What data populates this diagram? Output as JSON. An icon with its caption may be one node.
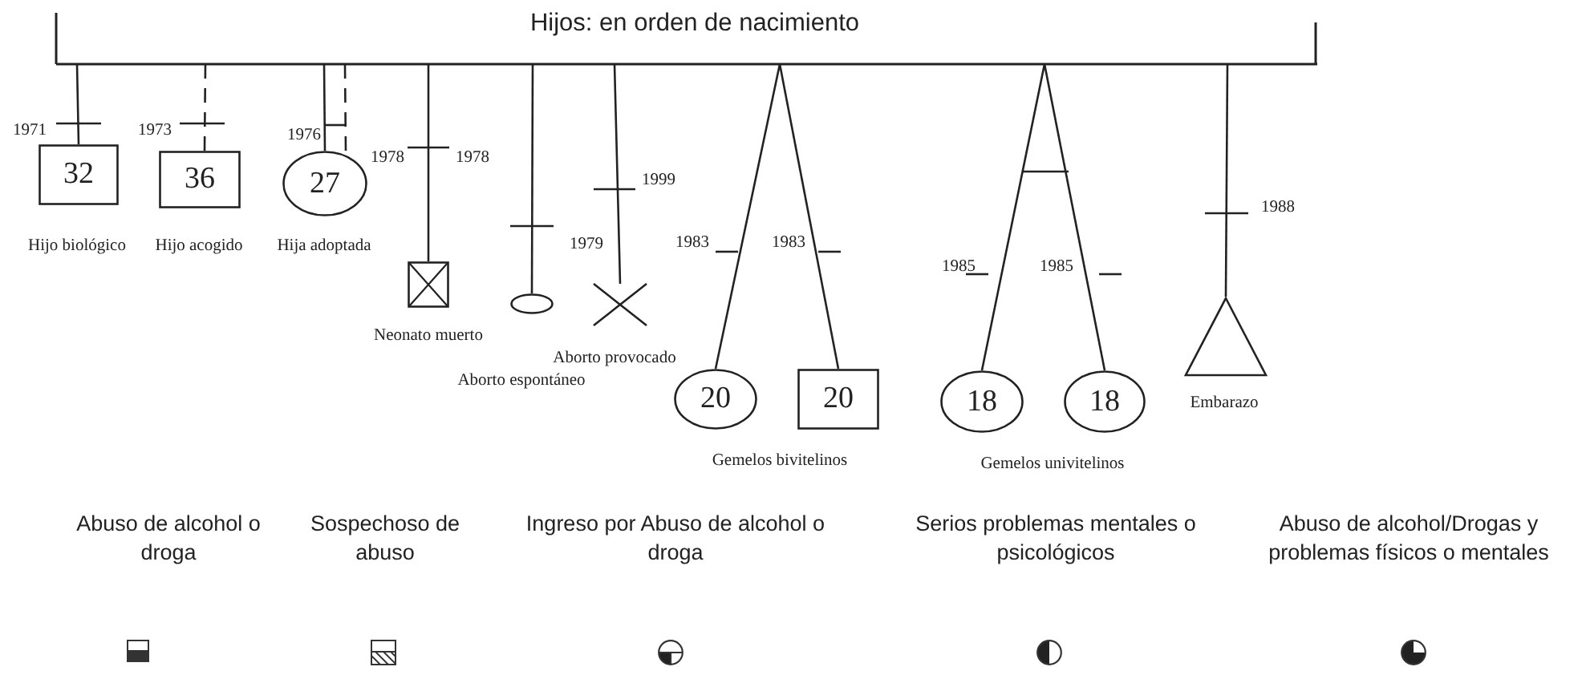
{
  "diagram": {
    "title": "Hijos: en orden de nacimiento",
    "nodes": [
      {
        "text": [],
        "shape": "bar"
      },
      {
        "text": [
          "32"
        ],
        "beside": [
          "Hijo biológico"
        ]
      },
      {
        "text": [
          "36"
        ],
        "beside": [
          "Hijo acogido"
        ]
      },
      {
        "text": [
          "27"
        ],
        "beside": [
          "Hija adoptada"
        ]
      },
      {
        "text": [],
        "shape": "box",
        "beside": [
          "Neonato muerto"
        ]
      },
      {
        "text": [],
        "shape": "circle",
        "beside": [
          "Aborto espontáneo"
        ]
      },
      {
        "text": [],
        "shape": "cross"
      },
      {
        "text": [
          "20"
        ]
      },
      {
        "text": [
          "20"
        ]
      },
      {
        "text": [
          "18"
        ]
      },
      {
        "text": [
          "18"
        ]
      },
      {
        "text": [],
        "shape": "triangle",
        "beside": [
          "Embarazo"
        ]
      }
    ],
    "edges": [
      {
        "from": 0,
        "to": 1,
        "arrow": "none"
      },
      {
        "from": 0,
        "to": 2,
        "arrow": "none",
        "style": "dashed"
      },
      {
        "from": 0,
        "to": 3,
        "arrow": "none"
      },
      {
        "from": 0,
        "to": 3,
        "arrow": "none",
        "style": "dashed"
      },
      {
        "from": 0,
        "to": 4,
        "arrow": "none"
      },
      {
        "from": 0,
        "to": 5,
        "arrow": "none"
      },
      {
        "from": 0,
        "to": 6,
        "arrow": "none"
      },
      {
        "from": 0,
        "to": 7,
        "arrow": "none"
      },
      {
        "from": 0,
        "to": 8,
        "arrow": "none"
      },
      {
        "from": 0,
        "to": 9,
        "arrow": "none"
      },
      {
        "from": 0,
        "to": 10,
        "arrow": "none"
      },
      {
        "from": 0,
        "to": 11,
        "arrow": "none"
      }
    ],
    "labels": [
      "1971",
      "1973",
      "1976",
      "1978",
      "1978",
      "1999",
      "1979",
      "1983",
      "1983",
      "1988",
      "1985",
      "1985",
      "Aborto provocado",
      "Gemelos bivitelinos",
      "Gemelos univitelinos"
    ],
    "legend": [
      {
        "text": "Abuso de alcohol o droga"
      },
      {
        "text": "Sospechoso de abuso"
      },
      {
        "text": "Ingreso por Abuso de alcohol o droga"
      },
      {
        "text": "Serios problemas mentales o psicológicos"
      },
      {
        "text": "Abuso de alcohol/Drogas y problemas físicos o mentales"
      }
    ]
  }
}
